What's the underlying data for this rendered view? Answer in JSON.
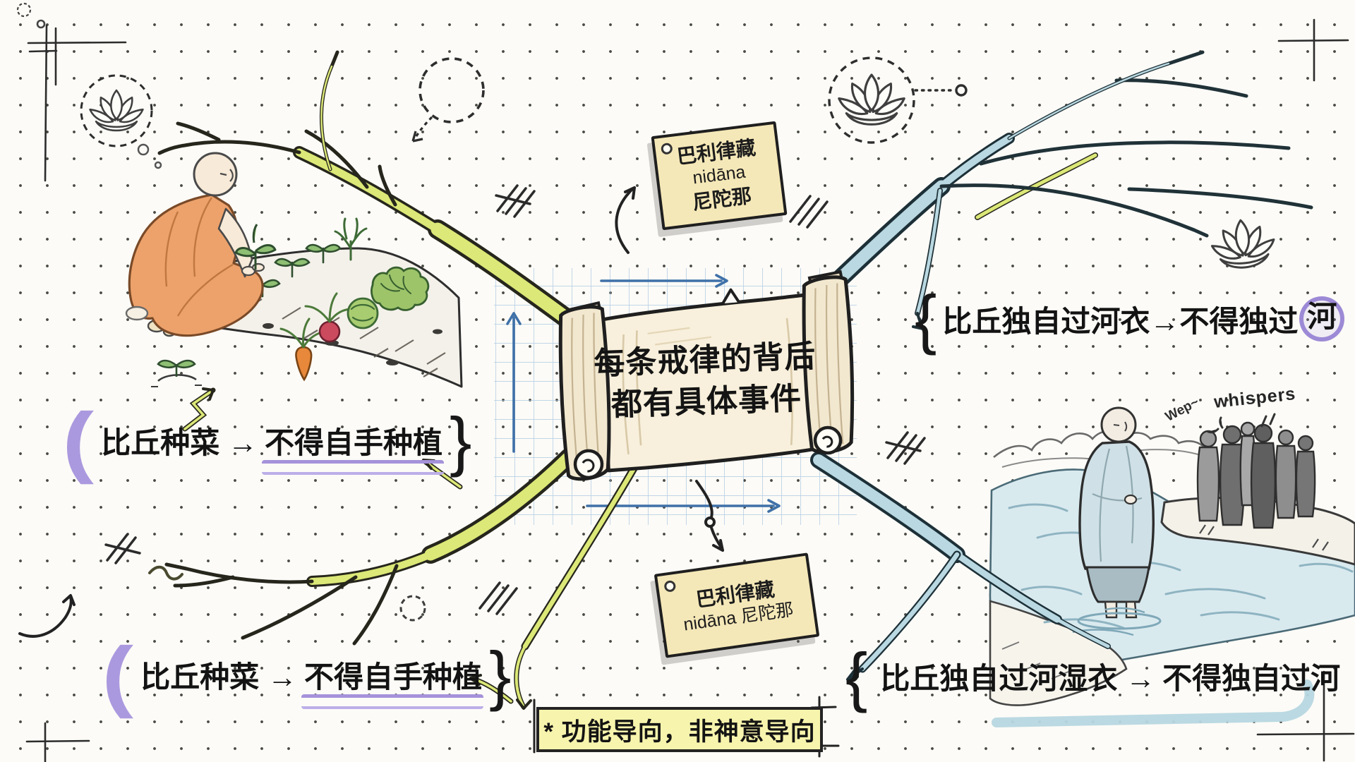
{
  "center": {
    "title_line1": "每条戒律的背后",
    "title_line2": "都有具体事件"
  },
  "sticky_top": {
    "line1": "巴利律藏",
    "line2": "nidāna",
    "line3": "尼陀那"
  },
  "sticky_bottom": {
    "line1": "巴利律藏",
    "line2": "nidāna 尼陀那"
  },
  "label_left_mid": {
    "bracket_open": "(",
    "text": "比丘种菜 →",
    "underlined": "不得自手种植",
    "bracket_close": "}"
  },
  "label_left_bottom": {
    "bracket_open": "(",
    "text": "比丘种菜 →",
    "underlined": "不得自手种植",
    "bracket_close": "}"
  },
  "label_right_top": {
    "bracket_open": "{",
    "text": "比丘独自过河衣→不得独过",
    "circled": "河"
  },
  "label_right_bottom": {
    "bracket_open": "{",
    "text": "比丘独自过河湿衣 →",
    "underlined": "不得独自过河"
  },
  "footnote": {
    "text": "* 功能导向，非神意导向"
  },
  "annotations": {
    "whisper_small": "Wep~",
    "whisper": "whispers"
  },
  "icons": {
    "lotus": "lotus-icon",
    "scroll": "scroll-parchment",
    "grid": "blueprint-grid"
  },
  "colors": {
    "paper": "#fcfbf7",
    "ink": "#1f1f1f",
    "branch_yellow": "#dce877",
    "branch_blue": "#b9d8e1",
    "accent_purple": "#a592da",
    "underline_blue": "#b7d7e0",
    "sticky_yellow": "#f5e8b8",
    "scroll_parchment": "#f8f0dc",
    "highlight_box": "#f7f4ad",
    "grid_blue": "#a9c6e2",
    "axis_blue": "#3f71a8",
    "robe_orange": "#eda26b",
    "river_blue": "#d9eaef"
  }
}
